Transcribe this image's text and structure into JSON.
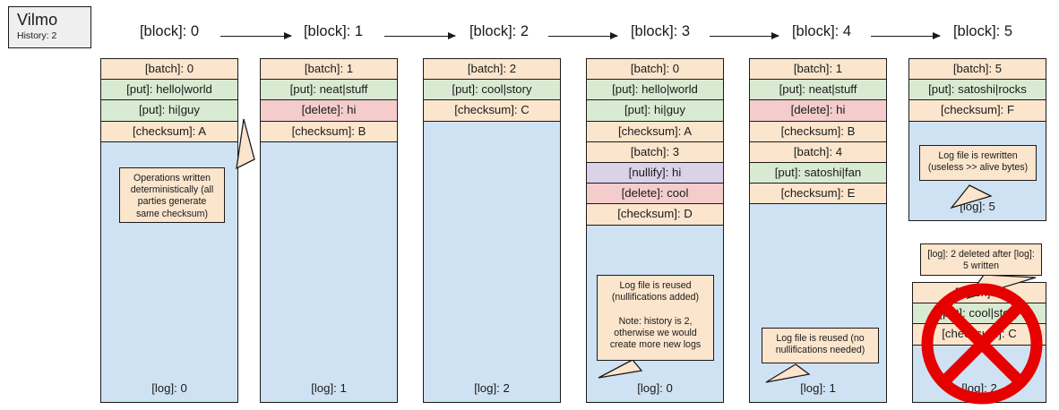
{
  "legend": {
    "title": "Vilmo",
    "subtitle": "History: 2"
  },
  "blocks": [
    {
      "header": "[block]: 0"
    },
    {
      "header": "[block]: 1"
    },
    {
      "header": "[block]: 2"
    },
    {
      "header": "[block]: 3"
    },
    {
      "header": "[block]: 4"
    },
    {
      "header": "[block]: 5"
    }
  ],
  "columns": [
    {
      "log_label": "[log]: 0",
      "rows": [
        {
          "kind": "batch",
          "text": "[batch]: 0"
        },
        {
          "kind": "put",
          "text": "[put]: hello|world"
        },
        {
          "kind": "put",
          "text": "[put]: hi|guy"
        },
        {
          "kind": "checksum",
          "text": "[checksum]: A"
        }
      ],
      "callout": "Operations written deterministically (all parties generate same checksum)"
    },
    {
      "log_label": "[log]: 1",
      "rows": [
        {
          "kind": "batch",
          "text": "[batch]: 1"
        },
        {
          "kind": "put",
          "text": "[put]: neat|stuff"
        },
        {
          "kind": "delete",
          "text": "[delete]: hi"
        },
        {
          "kind": "checksum",
          "text": "[checksum]: B"
        }
      ],
      "callout": null
    },
    {
      "log_label": "[log]: 2",
      "rows": [
        {
          "kind": "batch",
          "text": "[batch]: 2"
        },
        {
          "kind": "put",
          "text": "[put]: cool|story"
        },
        {
          "kind": "checksum",
          "text": "[checksum]: C"
        }
      ],
      "callout": null
    },
    {
      "log_label": "[log]: 0",
      "rows": [
        {
          "kind": "batch",
          "text": "[batch]: 0"
        },
        {
          "kind": "put",
          "text": "[put]: hello|world"
        },
        {
          "kind": "put",
          "text": "[put]: hi|guy"
        },
        {
          "kind": "checksum",
          "text": "[checksum]: A"
        },
        {
          "kind": "batch",
          "text": "[batch]: 3"
        },
        {
          "kind": "nullify",
          "text": "[nullify]: hi"
        },
        {
          "kind": "delete",
          "text": "[delete]: cool"
        },
        {
          "kind": "checksum",
          "text": "[checksum]: D"
        }
      ],
      "callout": "Log file is reused (nullifications added)\n\nNote: history is 2, otherwise we would create more new logs"
    },
    {
      "log_label": "[log]: 1",
      "rows": [
        {
          "kind": "batch",
          "text": "[batch]: 1"
        },
        {
          "kind": "put",
          "text": "[put]: neat|stuff"
        },
        {
          "kind": "delete",
          "text": "[delete]: hi"
        },
        {
          "kind": "checksum",
          "text": "[checksum]: B"
        },
        {
          "kind": "batch",
          "text": "[batch]: 4"
        },
        {
          "kind": "put",
          "text": "[put]: satoshi|fan"
        },
        {
          "kind": "checksum",
          "text": "[checksum]: E"
        }
      ],
      "callout": "Log file is reused (no nullifications needed)"
    },
    {
      "log_label": "[log]: 5",
      "rows": [
        {
          "kind": "batch",
          "text": "[batch]: 5"
        },
        {
          "kind": "put",
          "text": "[put]: satoshi|rocks"
        },
        {
          "kind": "checksum",
          "text": "[checksum]: F"
        }
      ],
      "callout": "Log file is rewritten (useless >> alive bytes)"
    }
  ],
  "deleted_column": {
    "log_label": "[log]: 2",
    "rows": [
      {
        "kind": "batch",
        "text": "[batch]: 2"
      },
      {
        "kind": "put",
        "text": "[put]: cool|story"
      },
      {
        "kind": "checksum",
        "text": "[checksum]: C"
      }
    ],
    "callout": "[log]: 2 deleted after [log]: 5 written",
    "cross_color": "#e60000"
  }
}
